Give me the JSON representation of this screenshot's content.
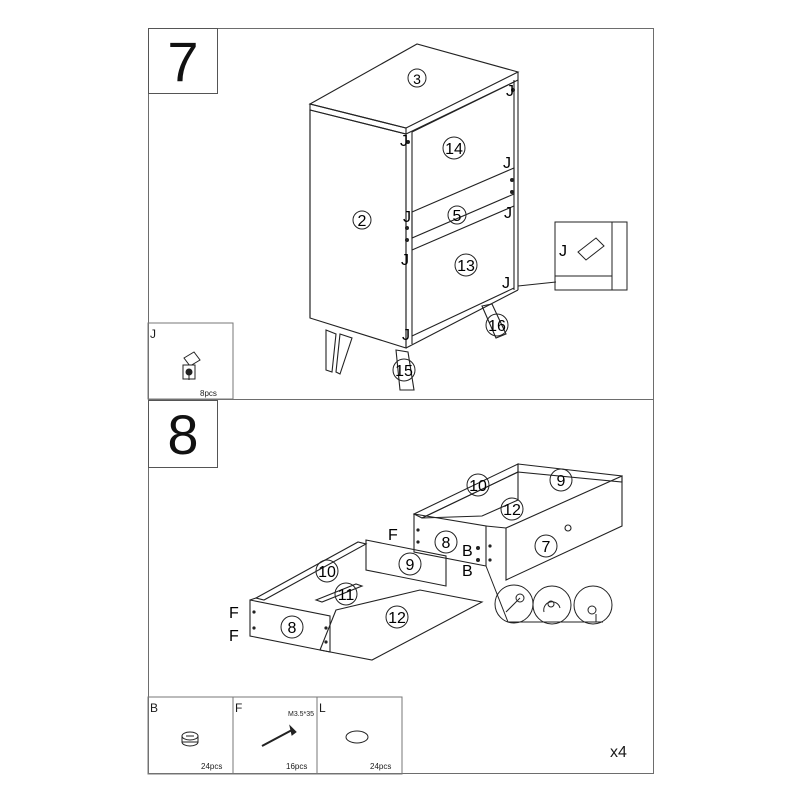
{
  "step7": {
    "number": "7",
    "part_labels": {
      "top": "3",
      "side": "2",
      "upper_back": "14",
      "rail": "5",
      "lower_back": "13",
      "leg_back": "16",
      "leg_front": "15"
    },
    "fastener_letter": "J",
    "hardware": {
      "code": "J",
      "qty": "8pcs"
    }
  },
  "step8": {
    "number": "8",
    "part_labels": {
      "d1_side": "10",
      "d1_back": "9",
      "d1_bottom": "12",
      "d1_front_inner": "8",
      "d1_face": "7",
      "d2_side": "10",
      "d2_back": "9",
      "d2_extra": "11",
      "d2_bottom": "12",
      "d2_front_inner": "8"
    },
    "letters": {
      "b": "B",
      "f": "F"
    },
    "hardware": [
      {
        "code": "B",
        "qty": "24pcs",
        "icon": "cam-lock-icon"
      },
      {
        "code": "F",
        "qty": "16pcs",
        "size": "M3.5*35",
        "icon": "screw-icon"
      },
      {
        "code": "L",
        "qty": "24pcs",
        "icon": "cap-icon"
      }
    ],
    "multiplier": "x4"
  }
}
